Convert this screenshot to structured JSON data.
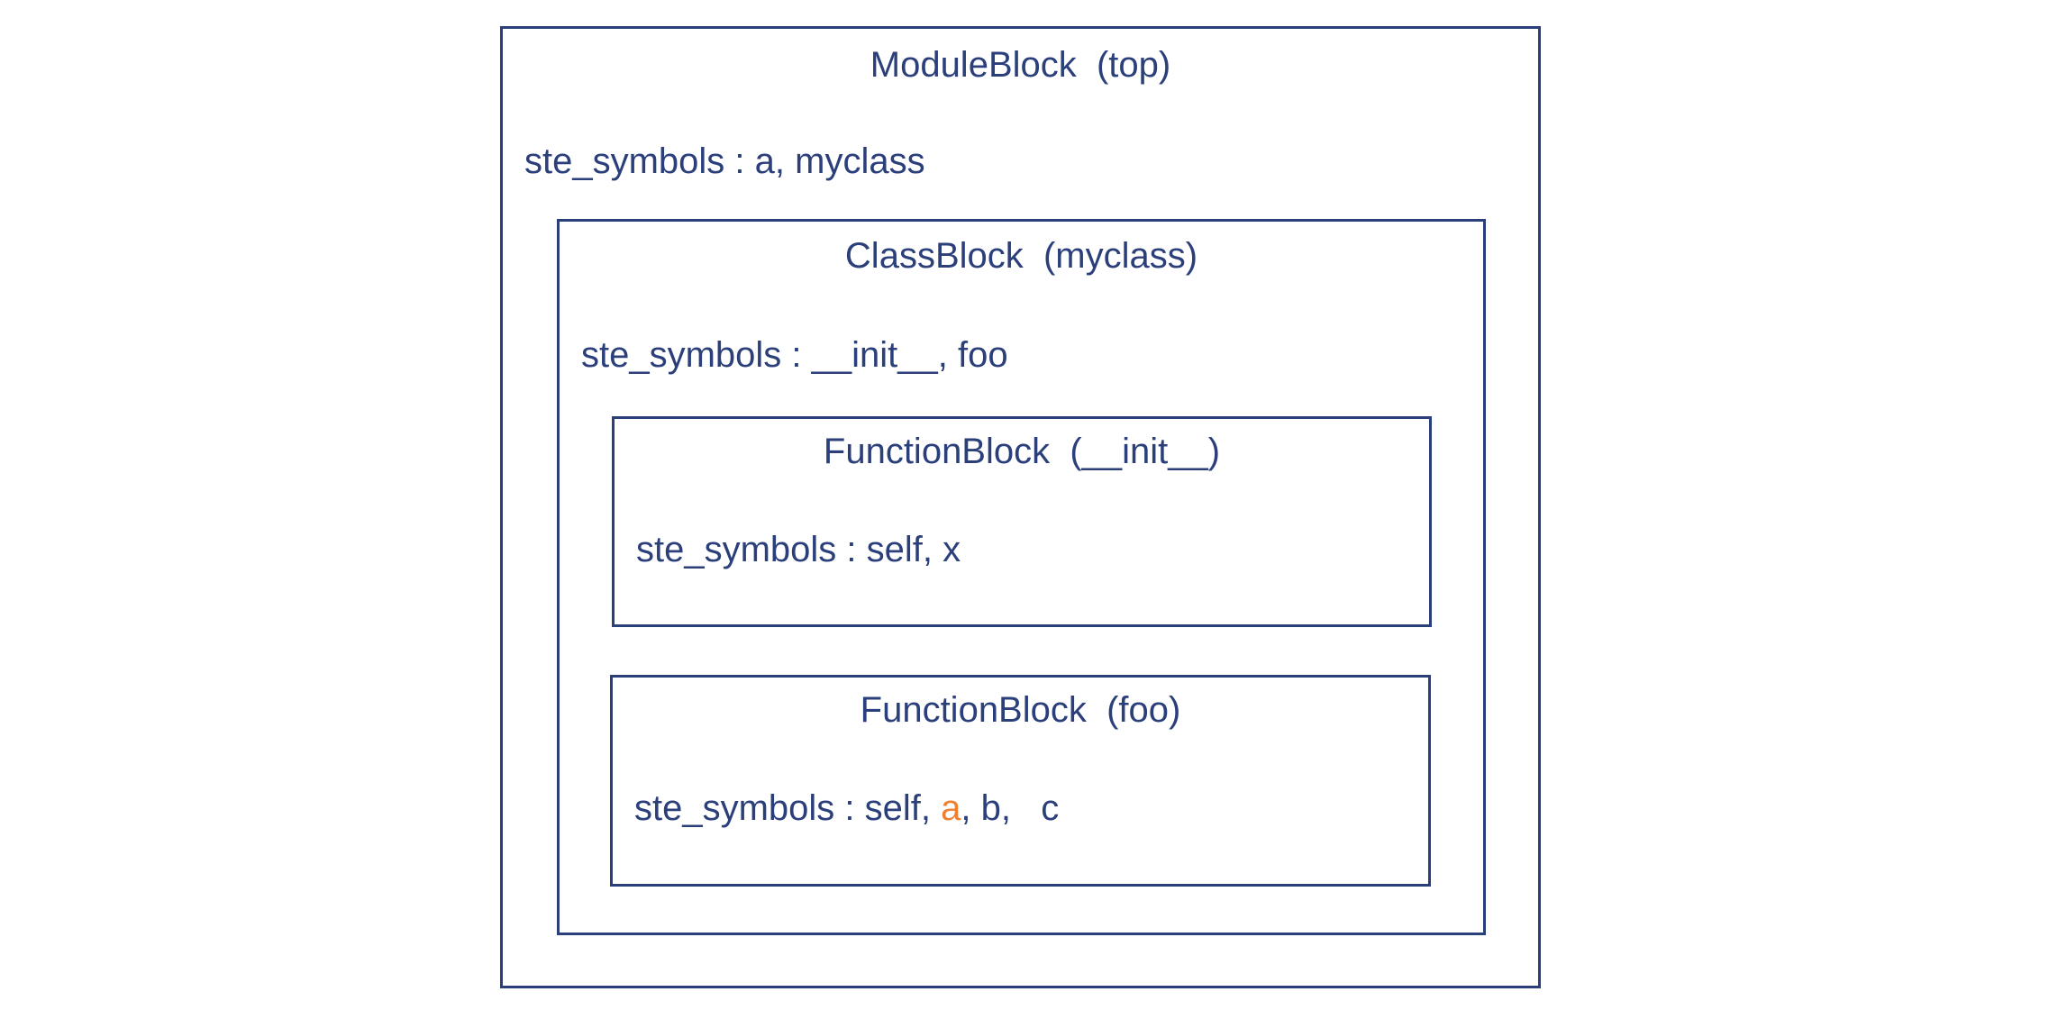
{
  "colors": {
    "line": "#2b3f7a",
    "text": "#2b3f7a",
    "highlight": "#f08030"
  },
  "module": {
    "title": "ModuleBlock  (top)",
    "symbols_label": "ste_symbols : a, myclass"
  },
  "class_block": {
    "title": "ClassBlock  (myclass)",
    "symbols_label": "ste_symbols : __init__, foo"
  },
  "function_init": {
    "title": "FunctionBlock  (__init__)",
    "symbols_label": "ste_symbols : self, x"
  },
  "function_foo": {
    "title": "FunctionBlock  (foo)",
    "symbols_prefix": "ste_symbols : self, ",
    "symbol_highlighted": "a",
    "symbols_suffix": ", b,   c"
  }
}
